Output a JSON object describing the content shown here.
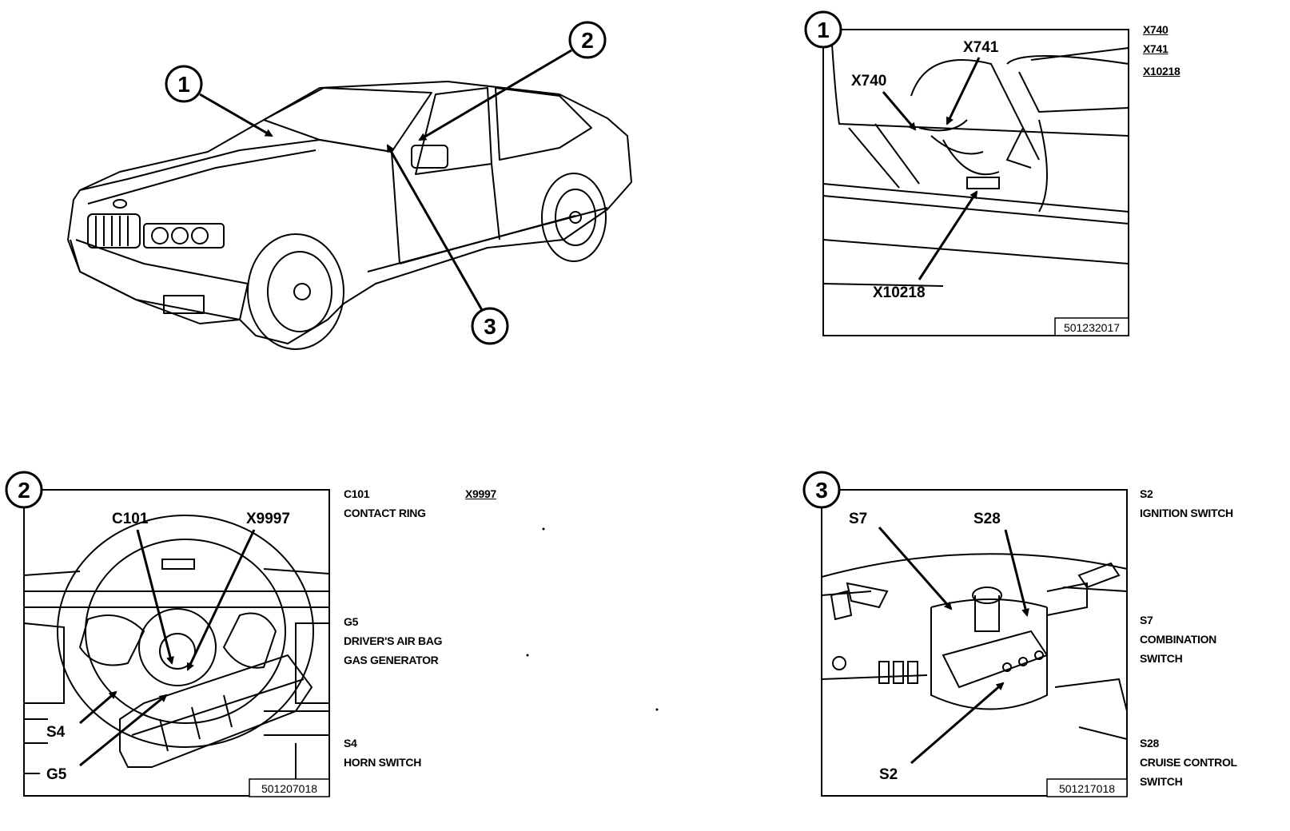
{
  "overview": {
    "callouts": [
      "1",
      "2",
      "3"
    ]
  },
  "panel1": {
    "number": "1",
    "labels": {
      "x740": "X740",
      "x741": "X741",
      "x10218": "X10218"
    },
    "ref": "501232017",
    "legend": [
      "X740",
      "X741",
      "X10218"
    ]
  },
  "panel2": {
    "number": "2",
    "labels": {
      "c101": "C101",
      "x9997": "X9997",
      "s4": "S4",
      "g5": "G5"
    },
    "ref": "501207018",
    "legend": {
      "c101_code": "C101",
      "c101_desc": "CONTACT RING",
      "x9997_code": "X9997",
      "g5_code": "G5",
      "g5_desc1": "DRIVER'S AIR BAG",
      "g5_desc2": "GAS GENERATOR",
      "s4_code": "S4",
      "s4_desc": "HORN SWITCH"
    }
  },
  "panel3": {
    "number": "3",
    "labels": {
      "s7": "S7",
      "s28": "S28",
      "s2": "S2"
    },
    "ref": "501217018",
    "legend": {
      "s2_code": "S2",
      "s2_desc": "IGNITION SWITCH",
      "s7_code": "S7",
      "s7_desc1": "COMBINATION",
      "s7_desc2": "SWITCH",
      "s28_code": "S28",
      "s28_desc1": "CRUISE CONTROL",
      "s28_desc2": "SWITCH"
    }
  }
}
